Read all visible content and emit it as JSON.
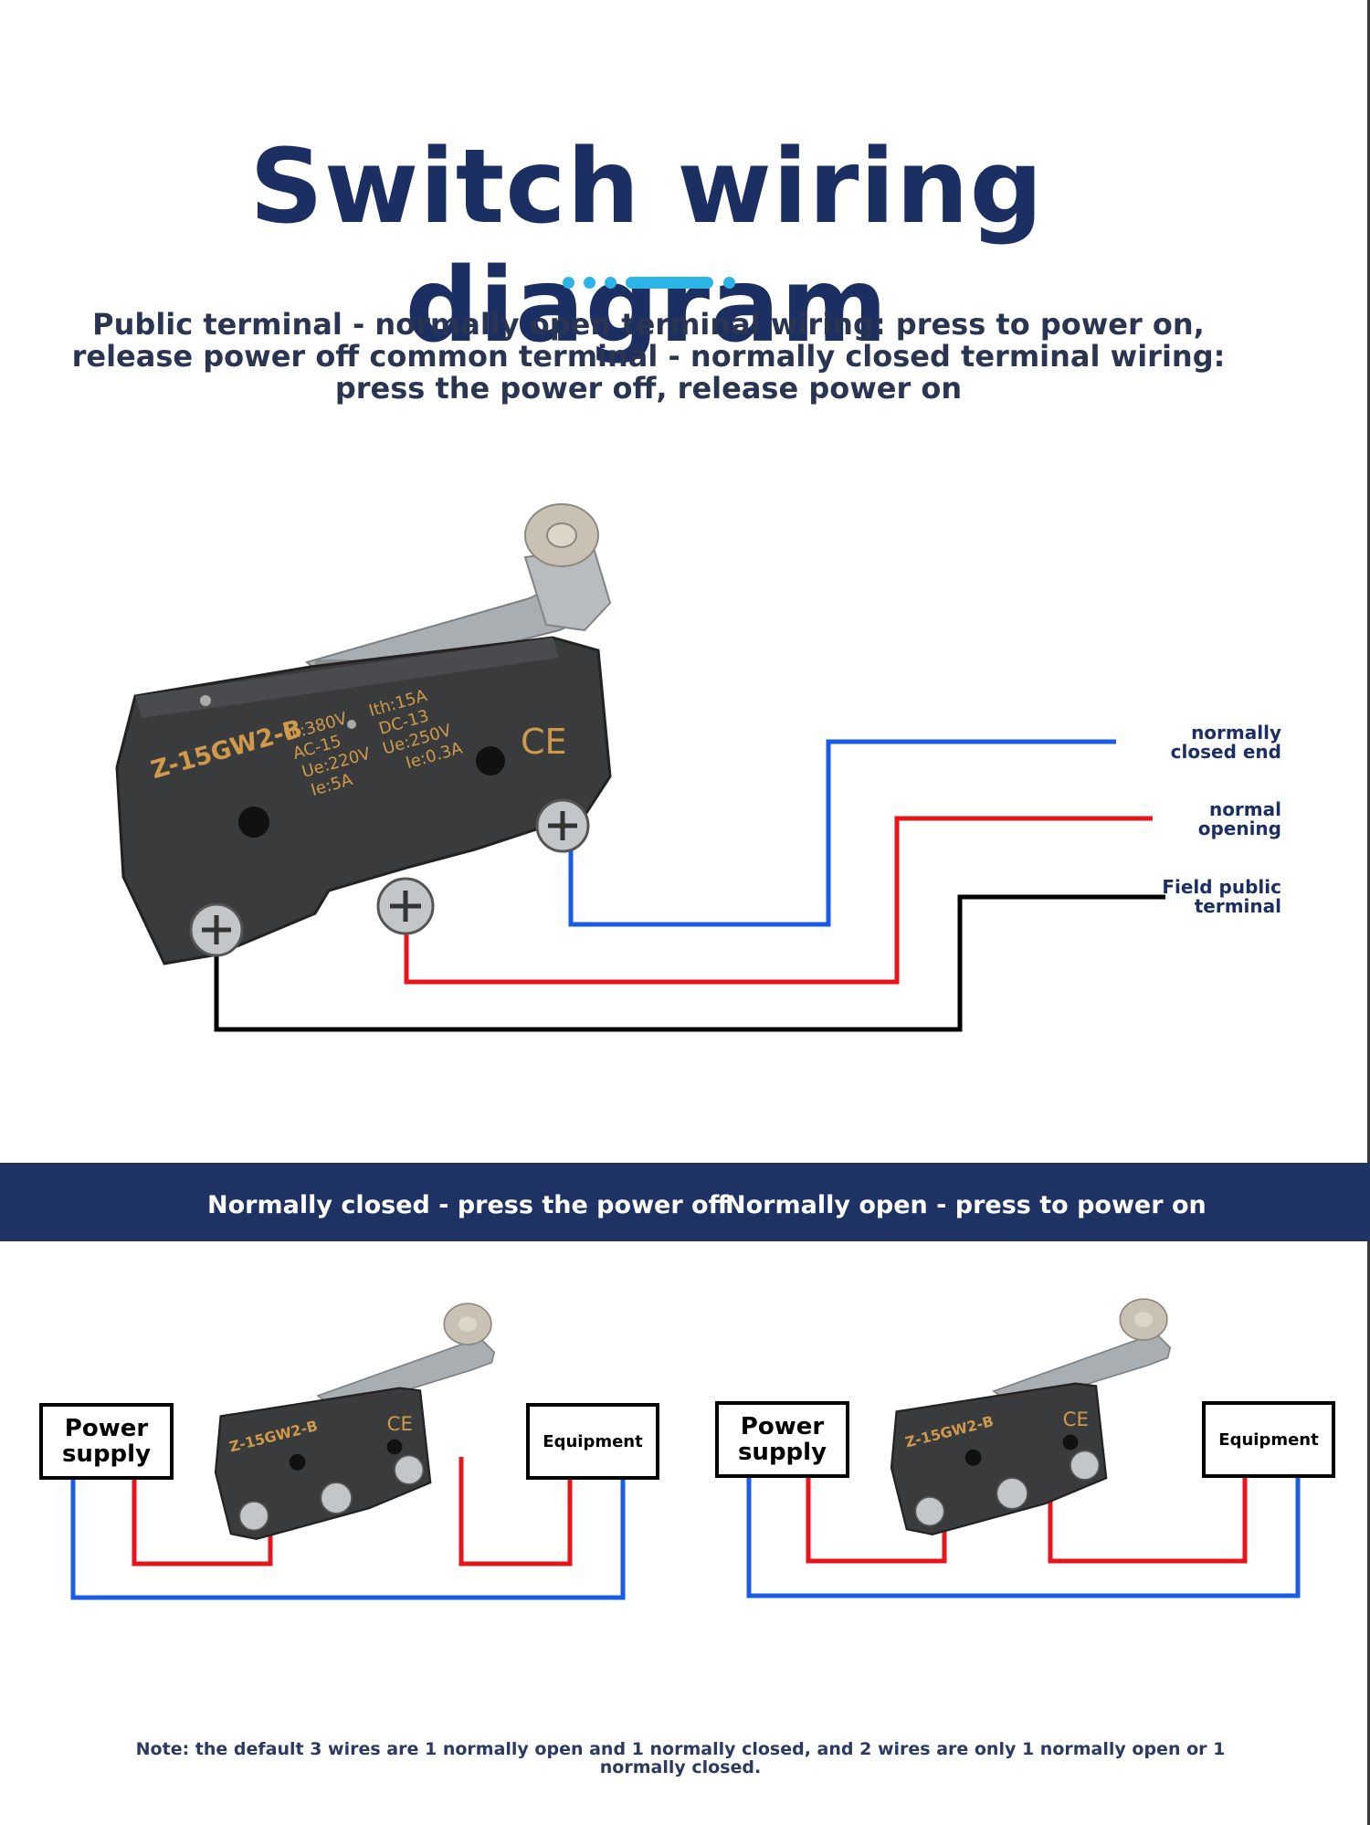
{
  "title": "Switch wiring diagram",
  "subtitle": "Public terminal - normally open terminal wiring: press to power on, release power off common terminal - normally closed terminal wiring: press the power off, release power on",
  "switch": {
    "model": "Z-15GW2-B",
    "specs_left": [
      "Ui:380V",
      "AC-15",
      "Ue:220V",
      "Ie:5A"
    ],
    "specs_right": [
      "Ith:15A",
      "DC-13",
      "Ue:250V",
      "Ie:0.3A"
    ],
    "mark": "CE"
  },
  "terminals": {
    "nc_line1": "normally",
    "nc_line2": "closed end",
    "no_line1": "normal",
    "no_line2": "opening",
    "com_line1": "Field public",
    "com_line2": "terminal"
  },
  "band": {
    "left": "Normally closed - press the power off",
    "right": "Normally open - press to power on"
  },
  "left_diagram": {
    "power_line1": "Power",
    "power_line2": "supply",
    "equipment": "Equipment"
  },
  "right_diagram": {
    "power_line1": "Power",
    "power_line2": "supply",
    "equipment": "Equipment"
  },
  "note": "Note: the default 3 wires are 1 normally open and 1 normally closed, and 2 wires are only 1 normally open or 1 normally closed.",
  "colors": {
    "navy": "#1e3264",
    "blue_wire": "#1a5ce6",
    "red_wire": "#e8141c",
    "black_wire": "#000000",
    "accent": "#2cb4e6"
  }
}
